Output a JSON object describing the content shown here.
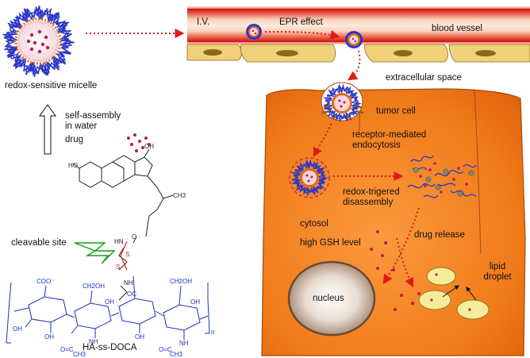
{
  "labels": {
    "iv": "I.V.",
    "epr": "EPR effect",
    "blood_vessel": "blood vessel",
    "extracellular_space": "extracellular space",
    "tumor_cell": "tumor cell",
    "micelle": "redox-sensitive micelle",
    "self_assembly": "self-assembly\nin water",
    "drug": "drug",
    "receptor_endocytosis": "receptor-mediated\nendocytosis",
    "redox_disassembly": "redox-trigered\ndisassembly",
    "cytosol": "cytosol",
    "high_gsh": "high GSH level",
    "drug_release": "drug release",
    "lipid_droplet": "lipid\ndroplet",
    "nucleus": "nucleus",
    "cleavable_site": "cleavable site",
    "polymer_name": "HA-ss-DOCA"
  },
  "chem": {
    "ho1": "HO",
    "oh1": "OH",
    "ch3": "CH3",
    "o": "O",
    "hn": "HN",
    "s1": "S",
    "s2": "S",
    "nh": "NH",
    "oc": "OC",
    "coo": "COO⁻",
    "ch2oh1": "CH2OH",
    "ch2oh2": "CH2OH",
    "oh2": "OH",
    "oh3": "OH",
    "oh4": "OH",
    "oh5": "OH",
    "oh6": "OH",
    "nh2": "NH",
    "nh3": "NH",
    "oc2": "O=C",
    "oc3": "O=C",
    "ch3b": "CH3",
    "ch3c": "CH3",
    "n": "n"
  },
  "colors": {
    "cell": "#f07a18",
    "vessel_red": "#d8231e",
    "endothelium": "#f1d07a",
    "polymer_blue": "#2a36c8",
    "drug": "#c2185b",
    "arrow_red": "#e01a1a",
    "lipid": "#f7ec9a",
    "nucleus": "#c9b7a7",
    "cleave_green": "#1a9a1a"
  }
}
